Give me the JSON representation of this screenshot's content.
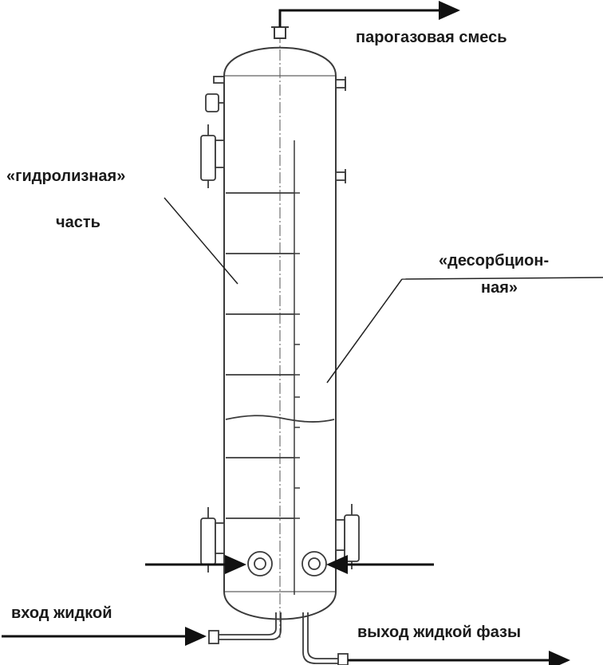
{
  "labels": {
    "gas_mixture": "парогазовая смесь",
    "hydrolysis_line1": "«гидролизная»",
    "hydrolysis_line2": "часть",
    "desorption_line1": "«десорбцион-",
    "desorption_line2": "ная»",
    "liquid_inlet": "вход жидкой",
    "liquid_phase_outlet": "выход жидкой фазы"
  },
  "colors": {
    "line": "#3a3a3a",
    "arrow": "#111111",
    "label": "#1a1a1a"
  }
}
